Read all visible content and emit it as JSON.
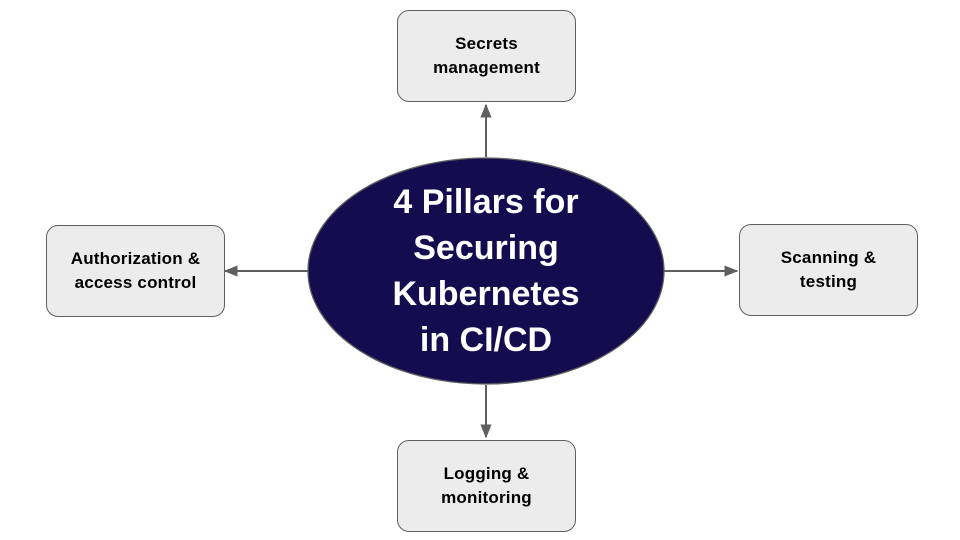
{
  "center": {
    "lines": [
      "4 Pillars for",
      "Securing",
      "Kubernetes",
      "in CI/CD"
    ]
  },
  "pillars": {
    "top": {
      "lines": [
        "Secrets",
        "management"
      ]
    },
    "left": {
      "lines": [
        "Authorization &",
        "access control"
      ]
    },
    "right": {
      "lines": [
        "Scanning &",
        "testing"
      ]
    },
    "bottom": {
      "lines": [
        "Logging &",
        "monitoring"
      ]
    }
  },
  "colors": {
    "ellipse_fill": "#140c4f",
    "box_fill": "#ececec",
    "border": "#5f5f5f",
    "arrow": "#5f5f5f"
  }
}
